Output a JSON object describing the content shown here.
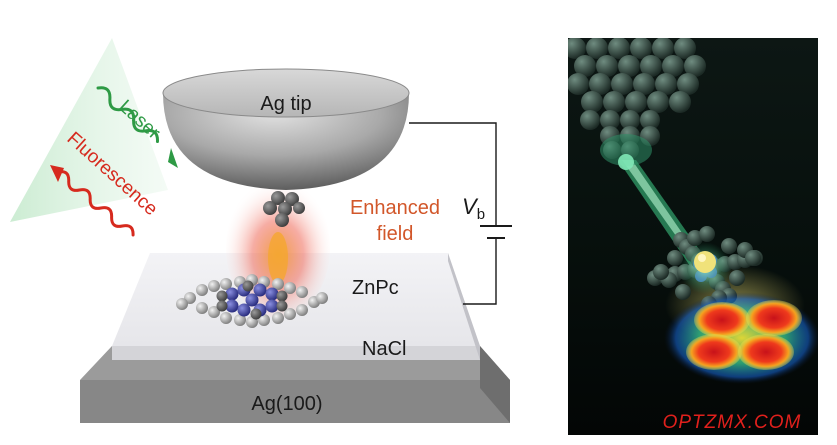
{
  "labels": {
    "tip": "Ag tip",
    "laser": "Laser",
    "fluorescence": "Fluorescence",
    "enhanced_line1": "Enhanced",
    "enhanced_line2": "field",
    "bias_v": "V",
    "bias_sub": "b",
    "molecule": "ZnPc",
    "insulator": "NaCl",
    "substrate": "Ag(100)"
  },
  "watermark": "OPTZMX.COM",
  "colors": {
    "laser": "#2e9a45",
    "fluorescence": "#d62a1e",
    "enhanced_text": "#d2572a",
    "watermark": "#e0201c"
  }
}
